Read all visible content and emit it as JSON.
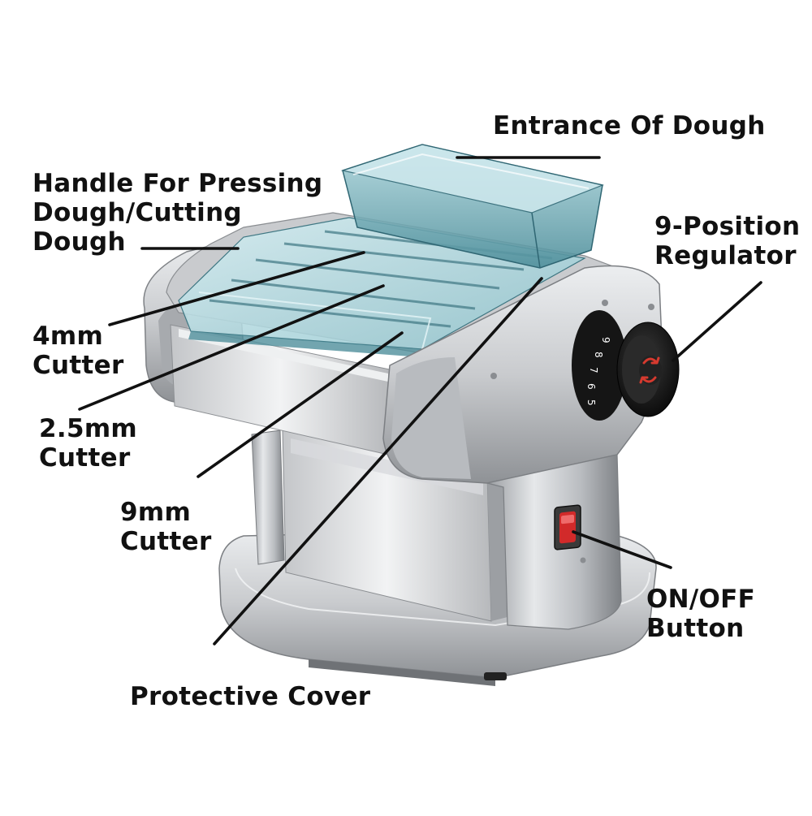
{
  "labels": {
    "entrance": {
      "lines": [
        "Entrance Of Dough"
      ]
    },
    "handle": {
      "lines": [
        "Handle For Pressing",
        "Dough/Cutting",
        "Dough"
      ]
    },
    "regulator": {
      "lines": [
        "9-Position",
        "Regulator"
      ]
    },
    "cutter4": {
      "lines": [
        "4mm",
        "Cutter"
      ]
    },
    "cutter25": {
      "lines": [
        "2.5mm",
        "Cutter"
      ]
    },
    "cutter9": {
      "lines": [
        "9mm",
        "Cutter"
      ]
    },
    "onoff": {
      "lines": [
        "ON/OFF",
        "Button"
      ]
    },
    "cover": {
      "lines": [
        "Protective Cover"
      ]
    }
  },
  "dial": {
    "numbers": [
      "9",
      "8",
      "7",
      "6",
      "5"
    ]
  },
  "colors": {
    "text": "#111111",
    "steel_light": "#d9dadc",
    "steel_dark": "#8a8c90",
    "glass": "#6fa9b3",
    "knob": "#1b1b1b",
    "switch_red": "#d22a2a"
  }
}
